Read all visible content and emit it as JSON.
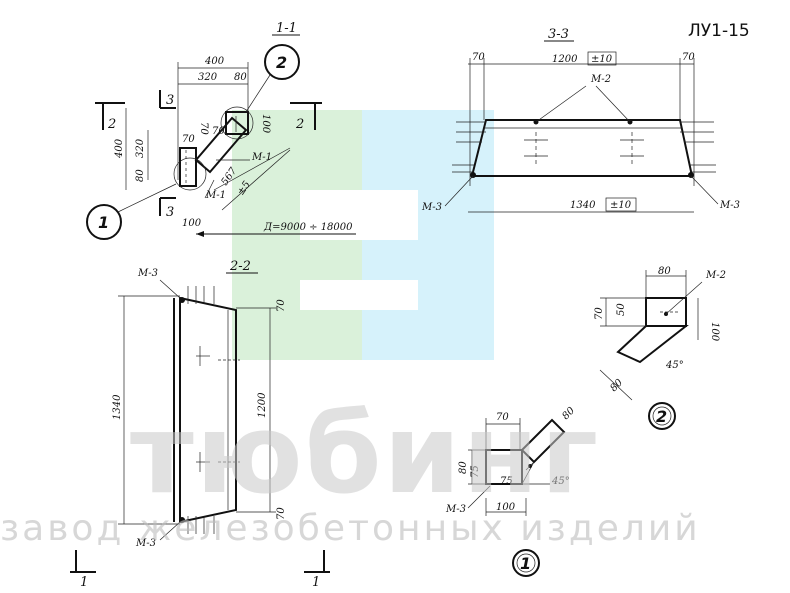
{
  "sheet_code": "ЛУ1-15",
  "sections": {
    "s11": "1-1",
    "s22": "2-2",
    "s33": "3-3"
  },
  "cut_marks": {
    "m3a": "3",
    "m3b": "3",
    "m2a": "2",
    "m2b": "2",
    "m1a": "1",
    "m1b": "1"
  },
  "callouts": {
    "c1": "1",
    "c2": "2"
  },
  "section_11": {
    "dims": [
      "400",
      "320",
      "80",
      "70",
      "70",
      "100",
      "400",
      "320",
      "80",
      "70",
      "100",
      "567",
      "±5"
    ],
    "labels": [
      "М-1",
      "М-1"
    ],
    "diameter": "Д=9000 ÷ 18000"
  },
  "section_33": {
    "top_left": "70",
    "top_length": "1200",
    "top_tol": "±10",
    "top_right": "70",
    "bottom_length": "1340",
    "bottom_tol": "±10",
    "labels": [
      "М-2",
      "М-3",
      "М-3"
    ]
  },
  "section_22": {
    "height_total": "1340",
    "height_inner": "1200",
    "dim_top": "70",
    "dim_bottom": "70",
    "labels": [
      "М-3",
      "М-3"
    ]
  },
  "detail_2": {
    "dims": [
      "80",
      "70",
      "50",
      "100",
      "80",
      "45°"
    ],
    "label": "М-2"
  },
  "detail_1": {
    "dims": [
      "70",
      "80",
      "80",
      "75",
      "75",
      "100",
      "45°"
    ],
    "label": "М-3"
  },
  "watermark": {
    "brand": "тюбинг",
    "subtitle": "завод железобетонных изделий",
    "colors": {
      "green": "#cdeccd",
      "blue": "#c8eefa",
      "gray": "#c9c9c9"
    }
  }
}
